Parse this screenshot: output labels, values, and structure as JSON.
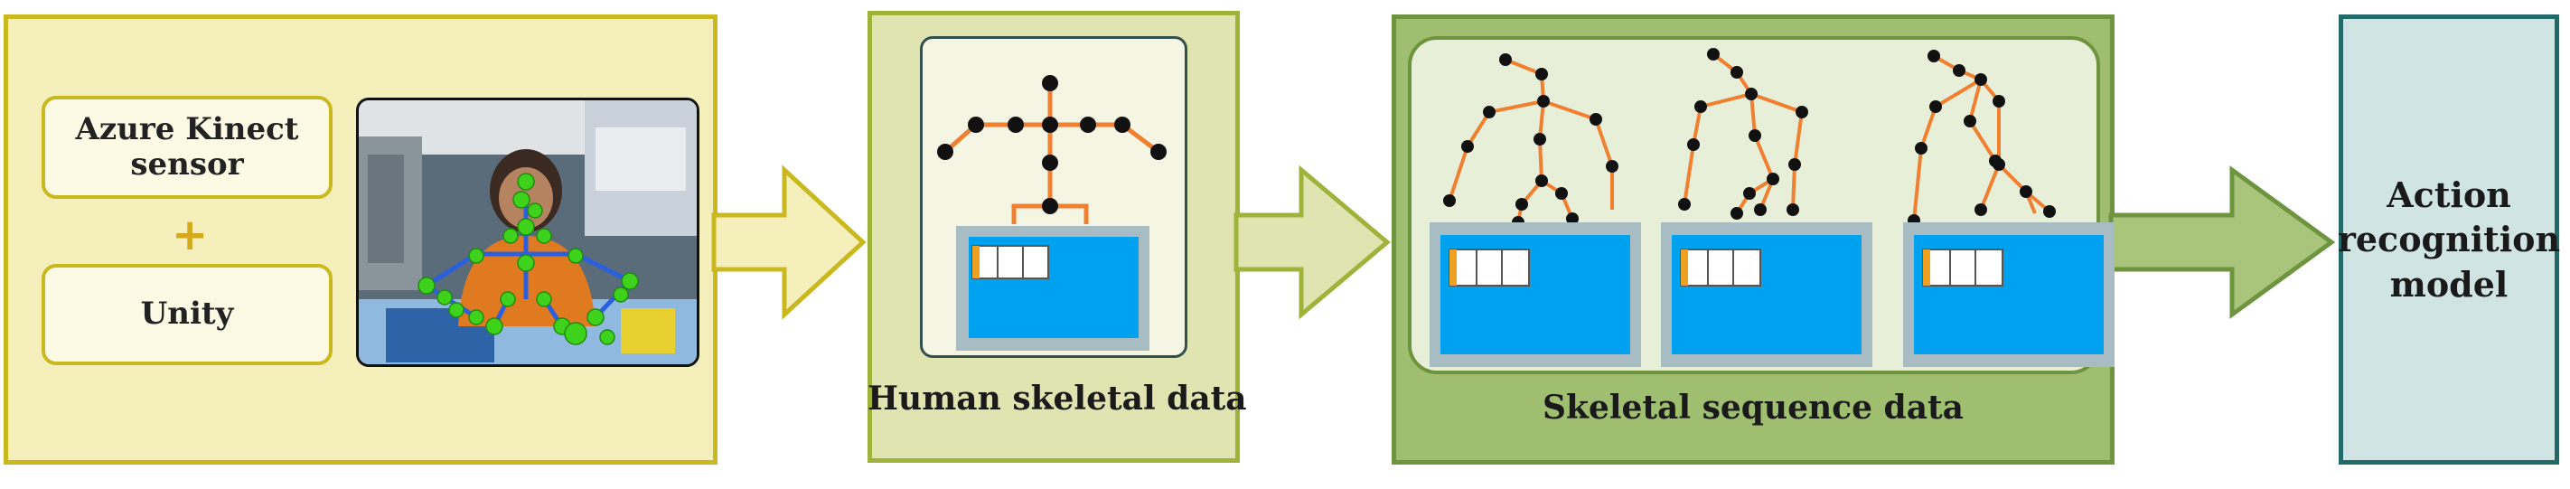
{
  "stage1": {
    "sensor_label": "Azure Kinect sensor",
    "plus_sign": "+",
    "engine_label": "Unity"
  },
  "stage2": {
    "caption": "Human skeletal data"
  },
  "stage3": {
    "caption": "Skeletal sequence data"
  },
  "stage4": {
    "label_line1": "Action",
    "label_line2": "recognition",
    "label_line3": "model"
  },
  "colors": {
    "stage1_fill": "#f5efbc",
    "stage2_fill": "#dfe4b0",
    "stage3_fill": "#9fbe6f",
    "stage4_fill": "#cfe4e3",
    "bone": "#f08030",
    "joint": "#111111",
    "screen": "#00a2f0",
    "kinect_joint": "#3fd21d"
  }
}
